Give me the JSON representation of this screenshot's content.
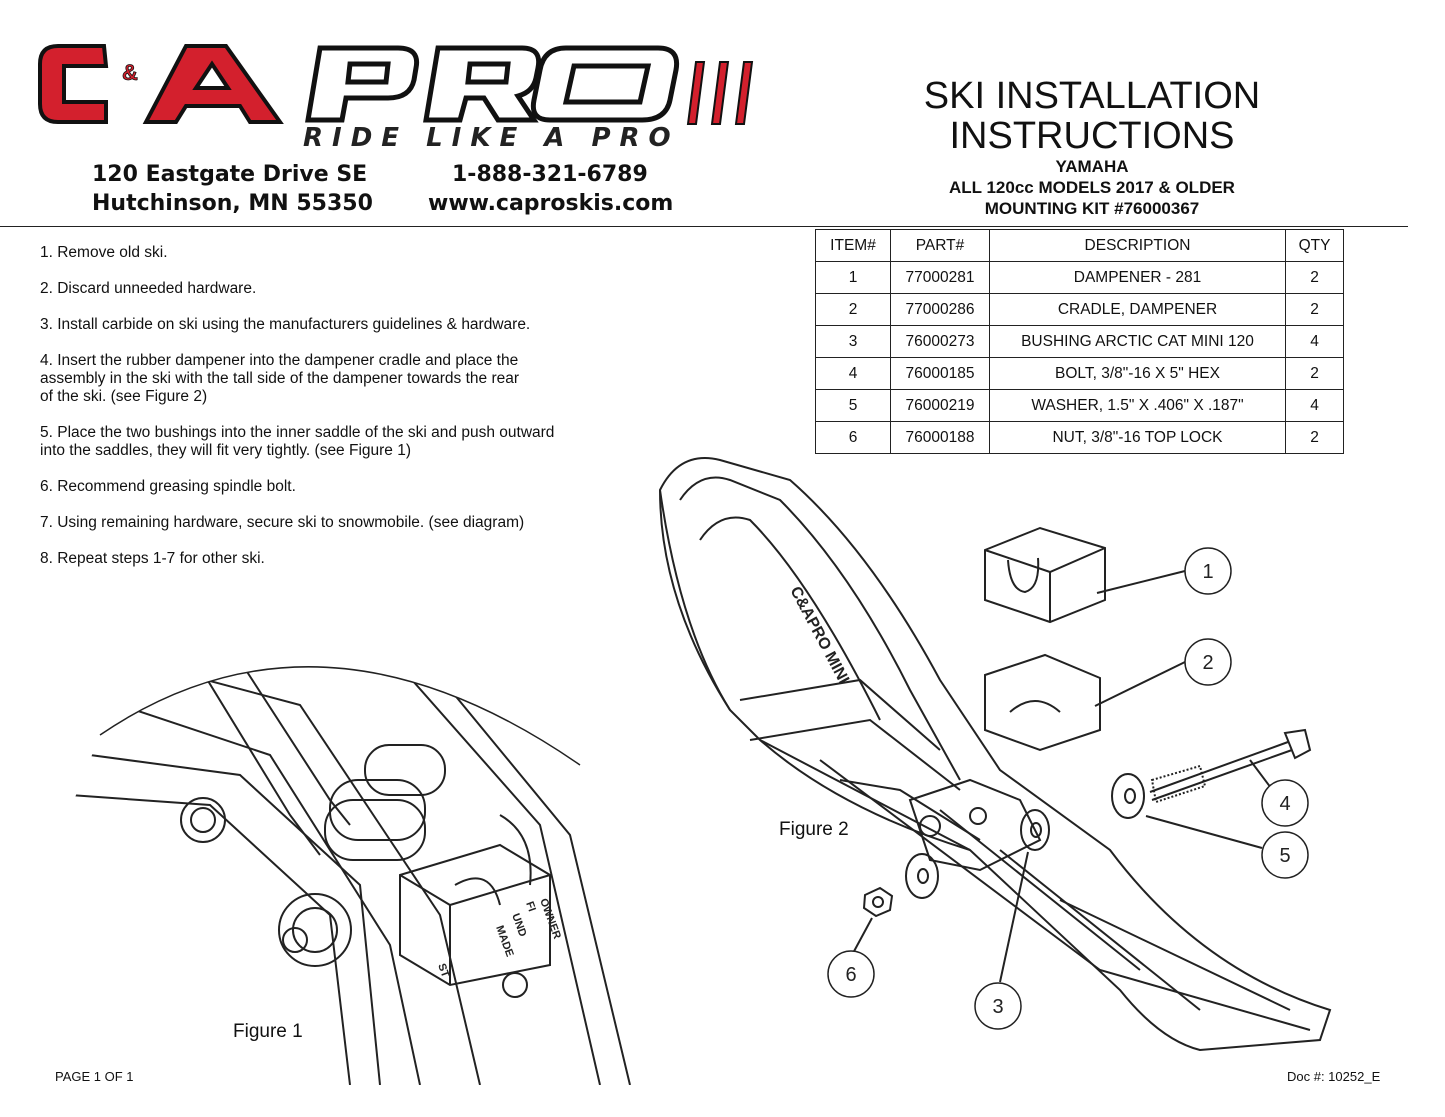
{
  "brand": {
    "logo_text": "C&A PRO",
    "tagline": "RIDE LIKE A PRO",
    "accent_red": "#d3202d",
    "dark": "#1a1a1a"
  },
  "company": {
    "street": "120 Eastgate Drive SE",
    "city": "Hutchinson, MN  55350",
    "phone": "1-888-321-6789",
    "website": "www.caproskis.com"
  },
  "title": {
    "line1": "SKI INSTALLATION",
    "line2": "INSTRUCTIONS",
    "make": "YAMAHA",
    "models": "ALL 120cc MODELS 2017 & OLDER",
    "kit": "MOUNTING KIT #76000367"
  },
  "steps": [
    "1.  Remove old ski.",
    "2.  Discard unneeded hardware.",
    "3.  Install carbide on ski using the manufacturers guidelines & hardware.",
    "4.  Insert the rubber dampener into the dampener cradle and place the\n      assembly in the ski with the tall side of the dampener towards the rear\n      of the ski.  (see Figure 2)",
    "5.  Place the two bushings into the inner saddle of the ski and push outward\n      into the saddles, they will fit very tightly. (see Figure 1)",
    "6.  Recommend greasing spindle bolt.",
    "7.  Using remaining hardware, secure ski to snowmobile. (see diagram)",
    "8.  Repeat steps 1-7 for other ski."
  ],
  "bom": {
    "headers": [
      "ITEM#",
      "PART#",
      "DESCRIPTION",
      "QTY"
    ],
    "rows": [
      [
        "1",
        "77000281",
        "DAMPENER - 281",
        "2"
      ],
      [
        "2",
        "77000286",
        "CRADLE, DAMPENER",
        "2"
      ],
      [
        "3",
        "76000273",
        "BUSHING ARCTIC CAT MINI 120",
        "4"
      ],
      [
        "4",
        "76000185",
        "BOLT, 3/8\"-16 X 5\" HEX",
        "2"
      ],
      [
        "5",
        "76000219",
        "WASHER, 1.5\" X .406\" X .187\"",
        "4"
      ],
      [
        "6",
        "76000188",
        "NUT, 3/8\"-16 TOP LOCK",
        "2"
      ]
    ]
  },
  "figures": {
    "figure1": "Figure 1",
    "figure2": "Figure 2",
    "balloons": [
      "1",
      "2",
      "3",
      "4",
      "5",
      "6"
    ],
    "ski_decal_text": "C&APRO MINI",
    "label_lines": [
      "OWNER",
      "FI",
      "UND",
      "MADE",
      "ST"
    ]
  },
  "footer": {
    "page": "PAGE 1 OF 1",
    "doc": "Doc #:  10252_E"
  }
}
